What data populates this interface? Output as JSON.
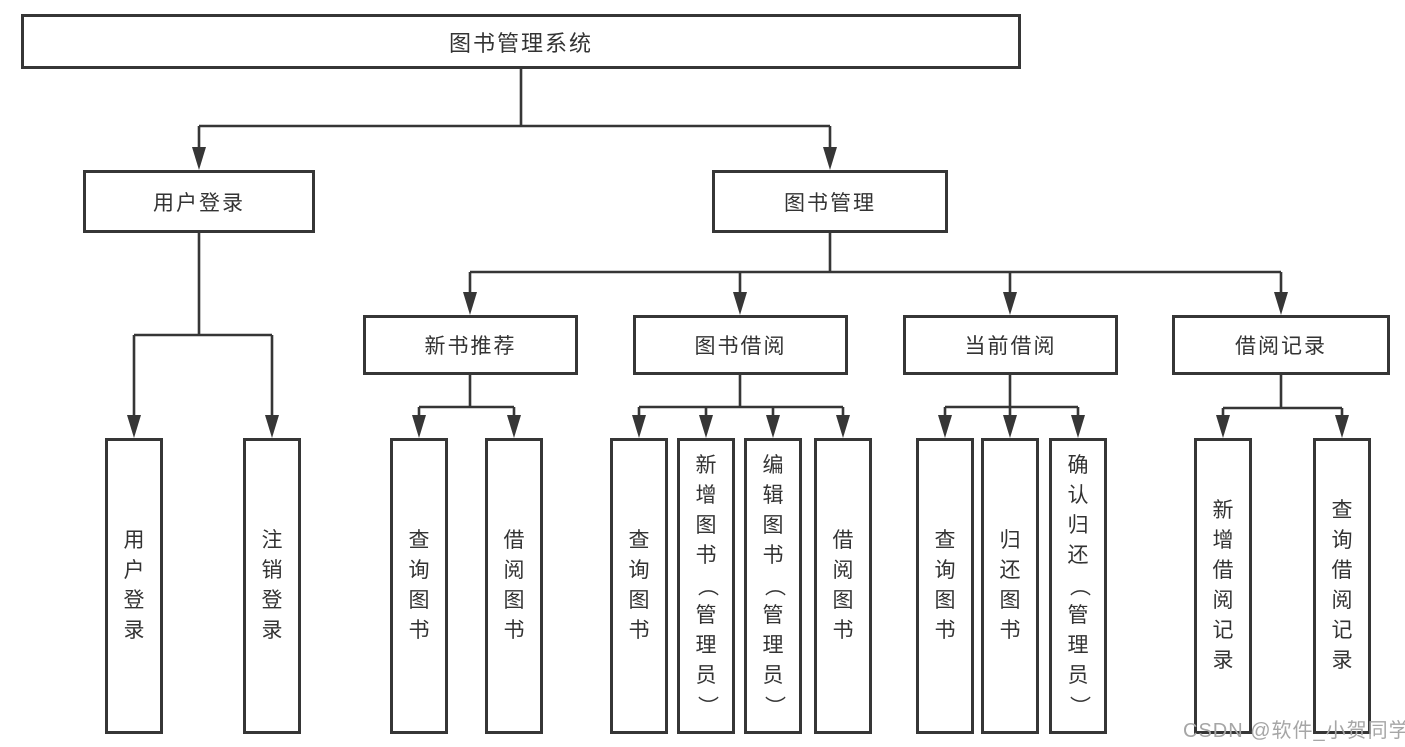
{
  "diagram": {
    "type": "hierarchy",
    "nodes": {
      "root": "图书管理系统",
      "user_login": "用户登录",
      "book_mgmt": "图书管理",
      "new_rec": "新书推荐",
      "book_borrow": "图书借阅",
      "cur_borrow": "当前借阅",
      "records": "借阅记录",
      "leaf_user_login": "用户登录",
      "leaf_logout": "注销登录",
      "leaf_query1": "查询图书",
      "leaf_borrow1": "借阅图书",
      "leaf_query2": "查询图书",
      "leaf_add_book": "新增图书（管理员）",
      "leaf_edit_book": "编辑图书（管理员）",
      "leaf_borrow2": "借阅图书",
      "leaf_query3": "查询图书",
      "leaf_return": "归还图书",
      "leaf_confirm_return": "确认归还（管理员）",
      "leaf_add_record": "新增借阅记录",
      "leaf_query_record": "查询借阅记录"
    },
    "colors": {
      "line": "#363636",
      "text": "#333333",
      "background": "#ffffff",
      "watermark": "#a6a6a6"
    }
  },
  "watermark": "CSDN @软件_小贺同学"
}
